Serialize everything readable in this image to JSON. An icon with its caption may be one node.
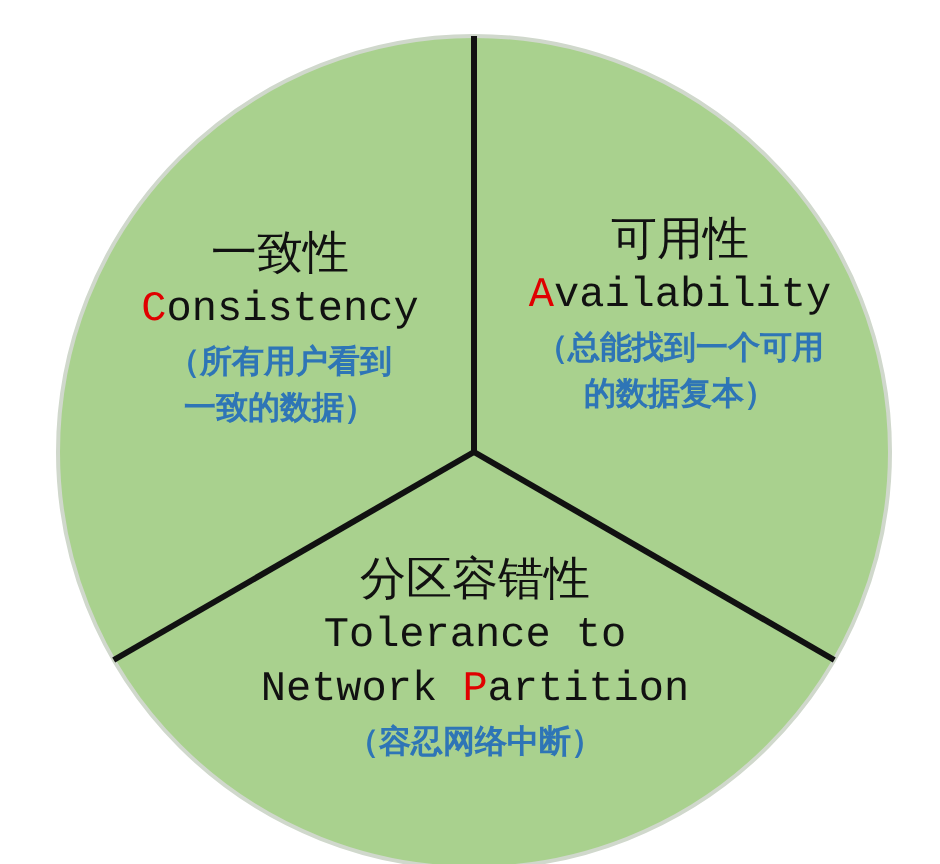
{
  "diagram": {
    "nodes": [
      {
        "text": [
          "一致性",
          "Consistency",
          "（所有用户看到一致的数据）"
        ]
      },
      {
        "text": [
          "可用性",
          "Availability",
          "（总能找到一个可用的数据复本）"
        ]
      },
      {
        "text": [
          "分区容错性",
          "Tolerance to Network Partition",
          "（容忍网络中断）"
        ]
      }
    ]
  }
}
